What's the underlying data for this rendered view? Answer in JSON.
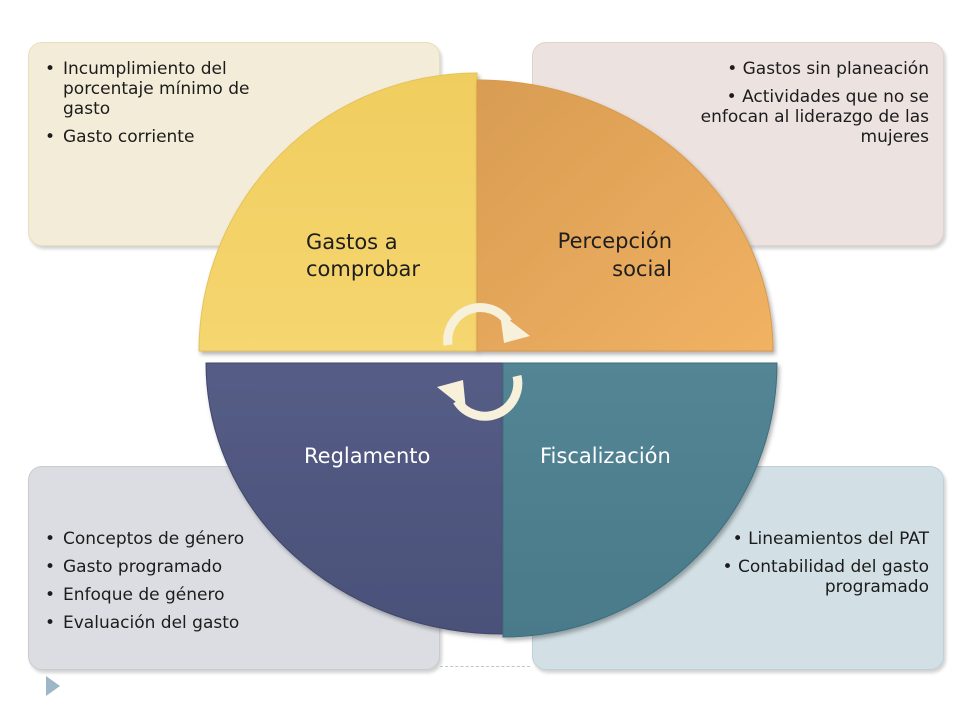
{
  "quadrants": {
    "top_left": {
      "label_line1": "Gastos a",
      "label_line2": "comprobar",
      "color": "#f2d16b"
    },
    "top_right": {
      "label_line1": "Percepción",
      "label_line2": "social",
      "color": "#e9ac5c"
    },
    "bottom_left": {
      "label": "Reglamento",
      "color": "#4f5780"
    },
    "bottom_right": {
      "label": "Fiscalización",
      "color": "#4f8091"
    }
  },
  "boxes": {
    "top_left": {
      "items": [
        "Incumplimiento del porcentaje mínimo de gasto",
        "Gasto corriente"
      ]
    },
    "top_right": {
      "items": [
        "Gastos sin planeación",
        "Actividades que no se enfocan al liderazgo de las mujeres"
      ]
    },
    "bottom_left": {
      "items": [
        "Conceptos de género",
        "Gasto programado",
        "Enfoque de género",
        "Evaluación del gasto"
      ]
    },
    "bottom_right": {
      "items": [
        "Lineamientos del PAT",
        "Contabilidad del gasto programado"
      ]
    }
  },
  "bullet": "•",
  "icons": {
    "cycle": "cycle-arrows-icon",
    "nav": "triangle-right-icon"
  }
}
